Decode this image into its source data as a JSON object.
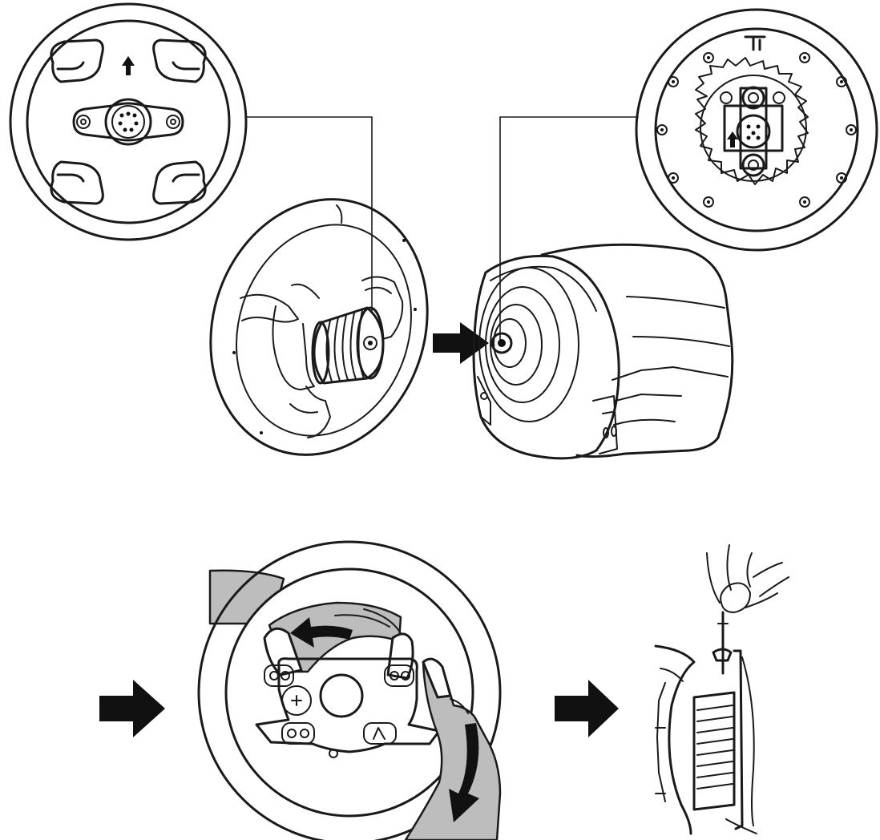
{
  "diagram": {
    "panels": [
      {
        "id": "detail-wheel-back",
        "icon": "wheel-quick-release-detail-icon"
      },
      {
        "id": "wheel-to-base",
        "icon": "wheel-mounting-icon"
      },
      {
        "id": "detail-base-hub",
        "icon": "base-hub-detail-icon"
      },
      {
        "id": "rotate-to-lock",
        "icon": "hands-rotating-wheel-icon"
      },
      {
        "id": "tighten-screw",
        "icon": "screwdriver-tighten-icon"
      }
    ],
    "arrows": 3,
    "colors": {
      "stroke": "#1a1a1a",
      "fill_gray": "#bdbdbd",
      "background": "#ffffff"
    }
  }
}
